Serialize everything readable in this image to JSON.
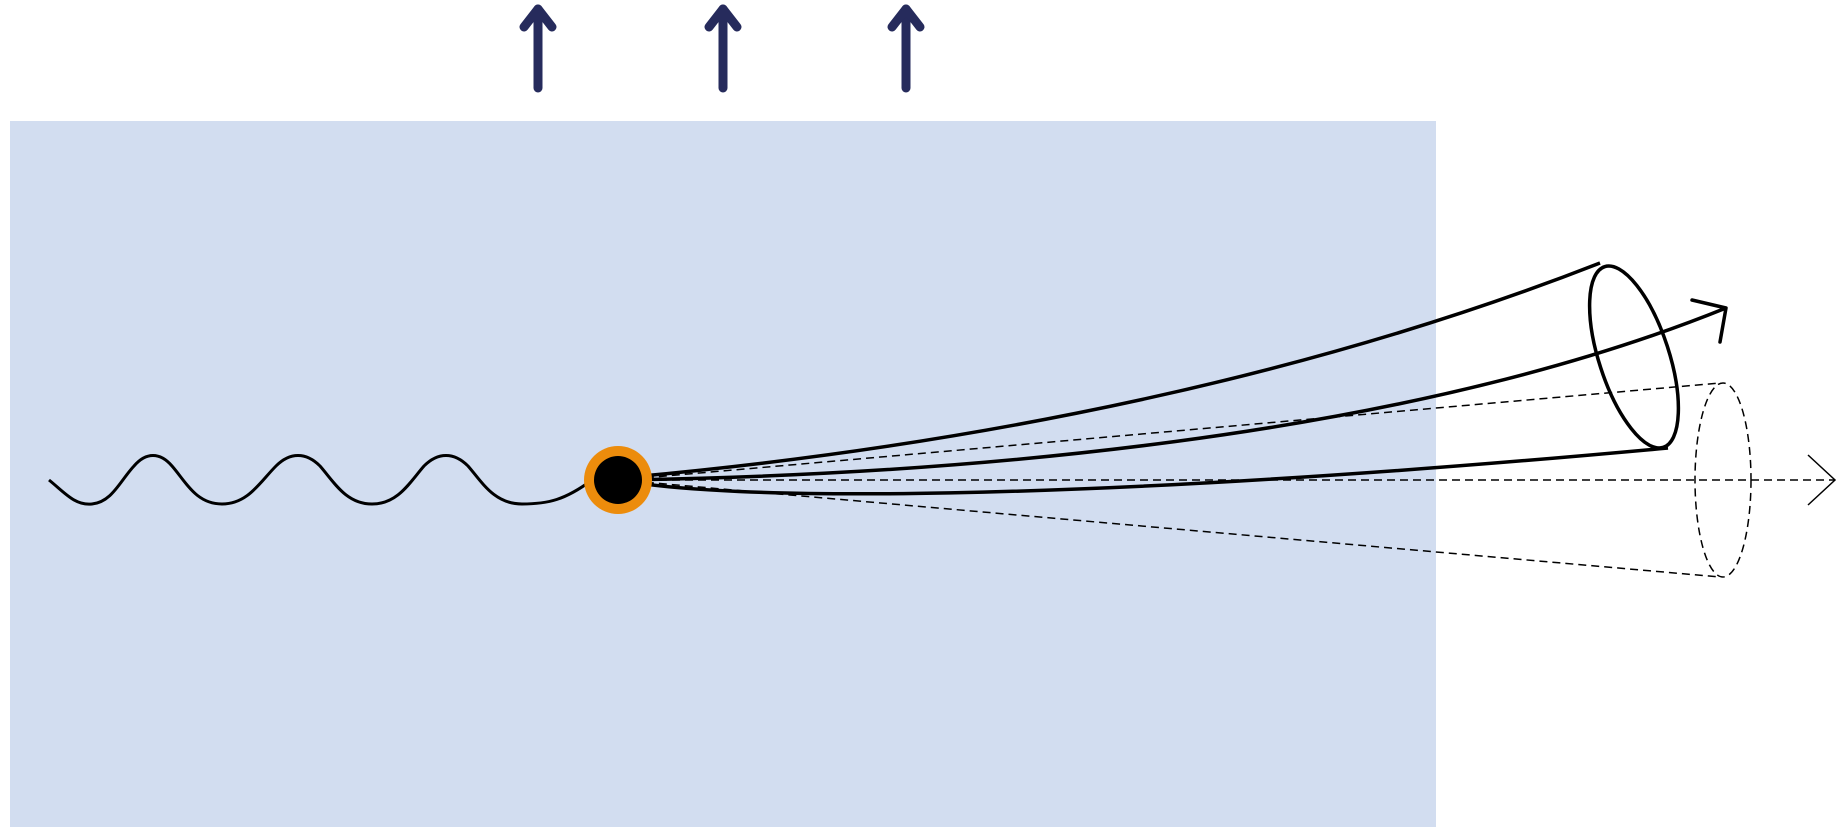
{
  "colors": {
    "medium_fill": "#d2ddf0",
    "field_arrow": "#262b5c",
    "particle_core": "#000000",
    "particle_ring": "#ec8c0c",
    "line": "#000000",
    "background": "#ffffff"
  },
  "diagram": {
    "elements": [
      "medium-region",
      "field-arrow-1",
      "field-arrow-2",
      "field-arrow-3",
      "incoming-wave",
      "particle",
      "deflected-emission-cone",
      "deflected-direction-arrow",
      "undeflected-emission-cone",
      "undeflected-direction-arrow"
    ]
  }
}
